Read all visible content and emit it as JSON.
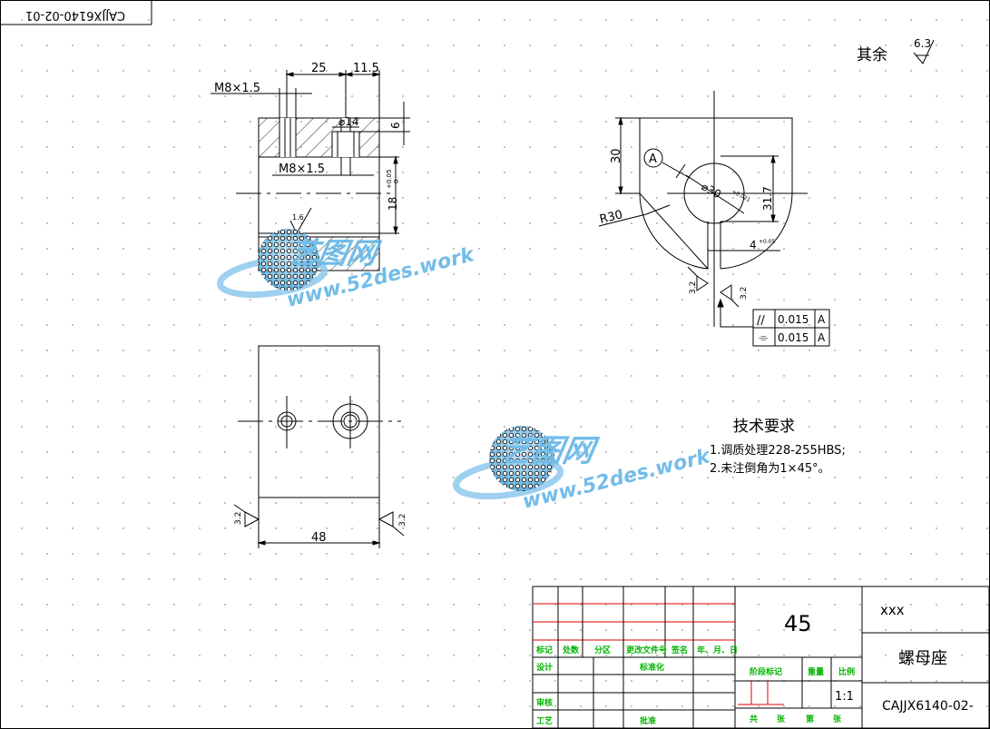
{
  "drawing_number_rotated": "CAJJX6140-02-01",
  "drawing_number": "CAJJX6140-02-",
  "surface_finish": {
    "label": "其余",
    "value": "6.3"
  },
  "dimensions": {
    "top_25": "25",
    "top_11_5": "11.5",
    "m8_top": "M8×1.5",
    "m8_mid": "M8×1.5",
    "dia14": "⌀14",
    "d6": "6",
    "d18": "18",
    "d18_tol": "+0.05\n0",
    "ra16": "1.6",
    "w48": "48",
    "ra32_left": "3.2",
    "ra32_right": "3.2",
    "r30": "R30",
    "h30": "30",
    "dia30": "⌀30",
    "dia30_tol": "+0.021\n0",
    "h31_7": "31.7",
    "w4": "4",
    "w4_tol": "+0.05\n0",
    "ra32_side_a": "3.2",
    "ra32_side_b": "3.2",
    "datum": "A"
  },
  "tolerance_frame": [
    {
      "symbol": "//",
      "value": "0.015",
      "datum": "A"
    },
    {
      "symbol": "⌯",
      "value": "0.015",
      "datum": "A"
    }
  ],
  "tech_req": {
    "title": "技术要求",
    "lines": [
      "1.调质处理228-255HBS;",
      "2.未注倒角为1×45°。"
    ]
  },
  "title_block": {
    "material": "45",
    "company": "xxx",
    "part_name": "螺母座",
    "scale": "1:1",
    "headers": [
      "标记",
      "处数",
      "分区",
      "更改文件号",
      "签名",
      "年、月、日"
    ],
    "left_rows": [
      "设计",
      "审核",
      "工艺"
    ],
    "std": "标准化",
    "approve": "批准",
    "stage": "阶段标记",
    "weight": "重量",
    "ratio": "比例",
    "sheets": [
      "共",
      "张",
      "第",
      "张"
    ]
  },
  "watermark": {
    "brand": "艺图网",
    "url": "www.52des.work"
  },
  "colors": {
    "line": "#000000",
    "grid_red": "#e00000",
    "label_green": "#00b400"
  }
}
